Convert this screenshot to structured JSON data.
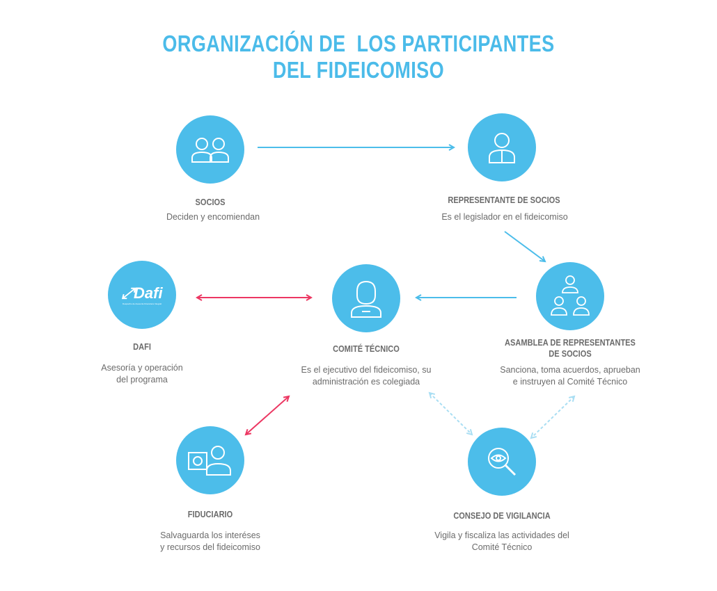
{
  "title": {
    "line1": "ORGANIZACIÓN DE  LOS PARTICIPANTES",
    "line2": "DEL FIDEICOMISO"
  },
  "nodes": {
    "socios": {
      "title": "SOCIOS",
      "desc": "Deciden y encomiendan",
      "icon": "two-people-icon"
    },
    "representante": {
      "title": "REPRESENTANTE DE SOCIOS",
      "desc": "Es el legislador en el fideicomiso",
      "icon": "person-suit-icon"
    },
    "dafi": {
      "title": "DAFI",
      "desc1": "Asesoría y operación",
      "desc2": "del programa",
      "logo_text": "Dafi",
      "logo_sub": "Despacho de Asesoría Financiera Integral"
    },
    "comite": {
      "title": "COMITÉ TÉCNICO",
      "desc1": "Es el ejecutivo del fideicomiso, su",
      "desc2": "administración es colegiada",
      "icon": "man-icon"
    },
    "asamblea": {
      "title1": "ASAMBLEA DE REPRESENTANTES",
      "title2": "DE SOCIOS",
      "desc1": "Sanciona, toma acuerdos, aprueban",
      "desc2": "e instruyen al Comité Técnico",
      "icon": "group-icon"
    },
    "fiduciario": {
      "title": "FIDUCIARIO",
      "desc1": "Salvaguarda los interéses",
      "desc2": "y recursos del fideicomiso",
      "icon": "safe-person-icon"
    },
    "consejo": {
      "title": "CONSEJO DE VIGILANCIA",
      "desc1": "Vigila y fiscaliza las actividades del",
      "desc2": "Comité Técnico",
      "icon": "eye-magnifier-icon"
    }
  },
  "colors": {
    "blue": "#4cbdea",
    "pink": "#ec3762",
    "light": "#a9def3",
    "text": "#6b6b6b"
  }
}
